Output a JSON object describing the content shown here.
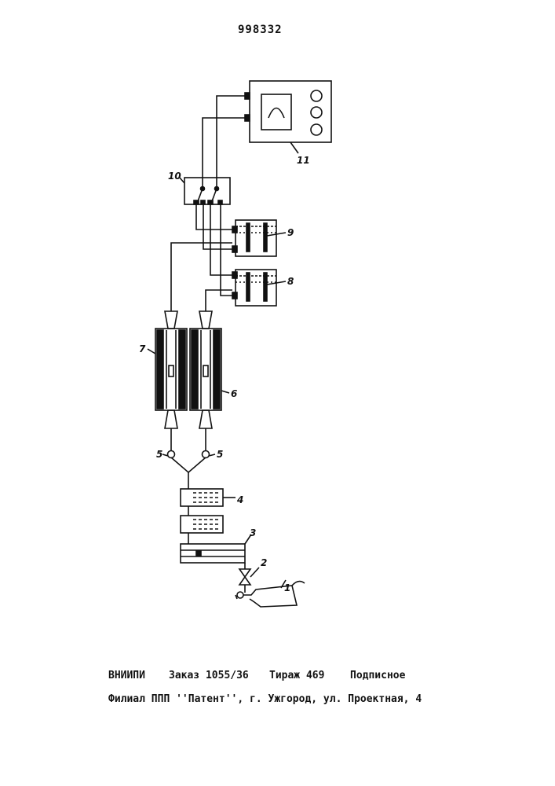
{
  "document": {
    "number": "998332",
    "footer": {
      "org": "ВНИИПИ",
      "order": "Заказ 1055/36",
      "circulation": "Тираж 469",
      "subscription": "Подписное",
      "branch_line": "Филиал ППП ''Патент'', г. Ужгород, ул. Проектная, 4"
    }
  },
  "diagram": {
    "labels": {
      "l1": "1",
      "l2": "2",
      "l3": "3",
      "l4": "4",
      "l5a": "5",
      "l5b": "5",
      "l6": "6",
      "l7": "7",
      "l8": "8",
      "l9": "9",
      "l10": "10",
      "l11": "11"
    }
  }
}
